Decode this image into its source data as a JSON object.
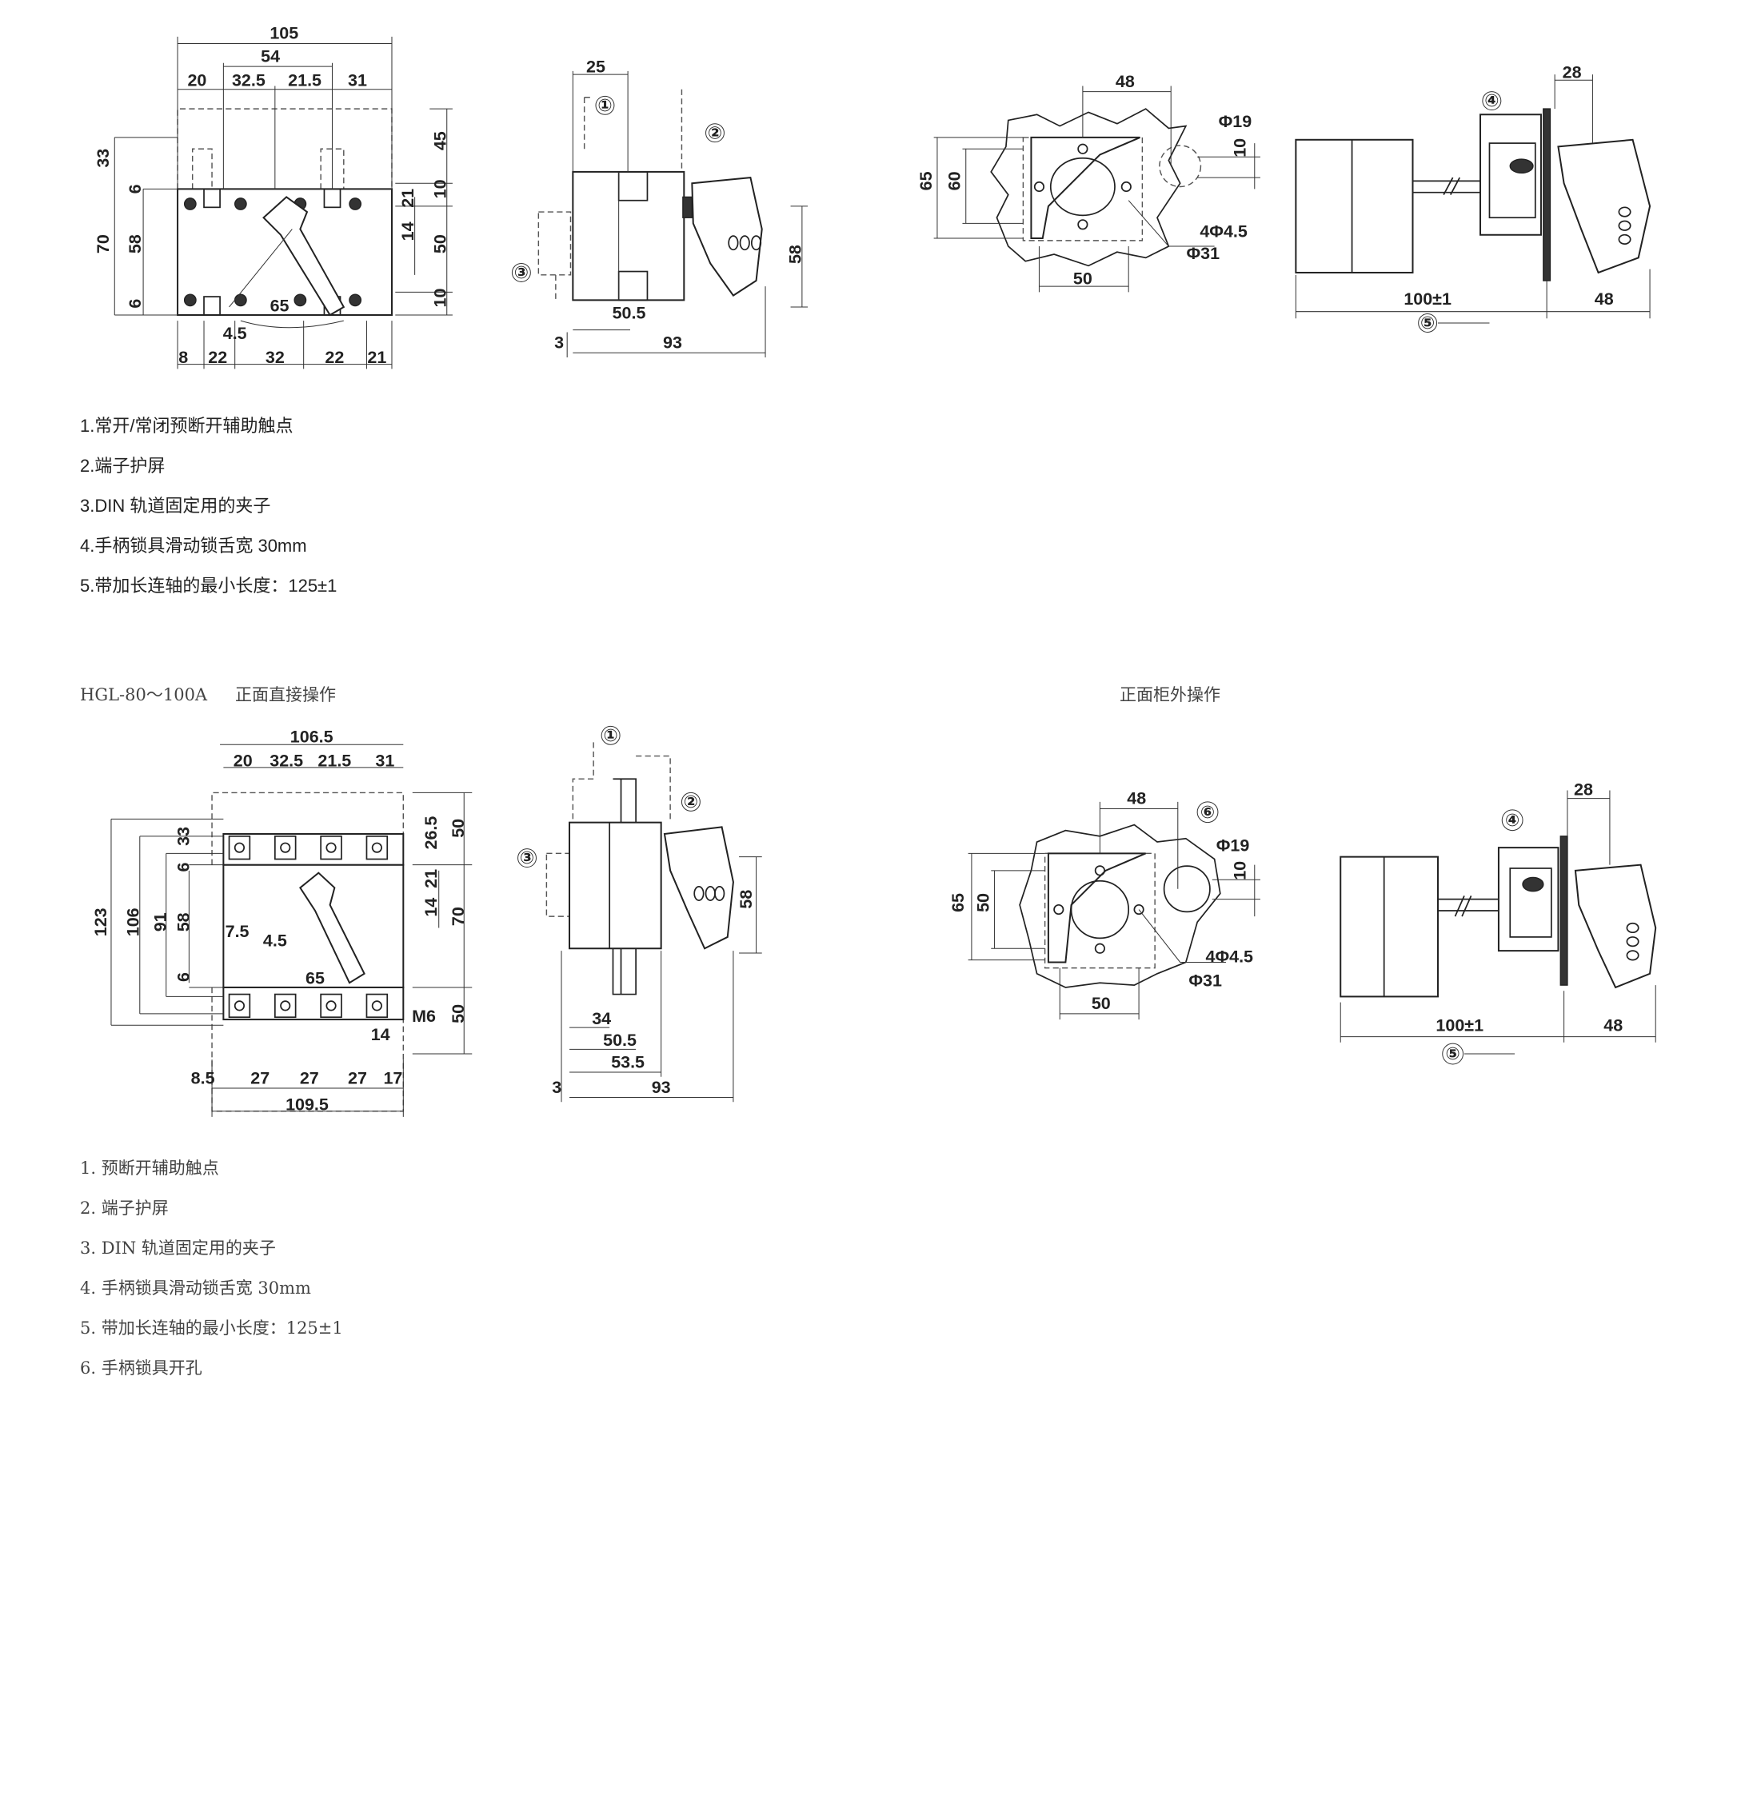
{
  "section1": {
    "notes": [
      "1.常开/常闭预断开辅助触点",
      "2.端子护屏",
      "3.DIN 轨道固定用的夹子",
      "4.手柄锁具滑动锁舌宽 30mm",
      "5.带加长连轴的最小长度：125±1"
    ]
  },
  "section2": {
    "model": "HGL-80～100A",
    "direct_title": "正面直接操作",
    "external_title": "正面柜外操作",
    "notes": [
      "1. 预断开辅助触点",
      "2. 端子护屏",
      "3. DIN 轨道固定用的夹子",
      "4. 手柄锁具滑动锁舌宽 30mm",
      "5. 带加长连轴的最小长度：125±1",
      "6. 手柄锁具开孔"
    ]
  },
  "figures": [
    {
      "name": "top-front-view",
      "labels": [
        "105",
        "54",
        "20",
        "32.5",
        "21.5",
        "31",
        "33",
        "45",
        "6",
        "10",
        "21",
        "70",
        "58",
        "14",
        "50",
        "6",
        "10",
        "65",
        "4.5",
        "8",
        "22",
        "32",
        "22",
        "21"
      ]
    },
    {
      "name": "top-side-view",
      "labels": [
        "25",
        "①",
        "②",
        "③",
        "58",
        "50.5",
        "3",
        "93"
      ]
    },
    {
      "name": "top-cutout-view",
      "labels": [
        "48",
        "Φ19",
        "10",
        "65",
        "60",
        "4Φ4.5",
        "Φ31",
        "50"
      ]
    },
    {
      "name": "top-extension-view",
      "labels": [
        "④",
        "28",
        "100±1",
        "48",
        "⑤"
      ]
    },
    {
      "name": "bottom-front-view",
      "labels": [
        "106.5",
        "20",
        "32.5",
        "21.5",
        "31",
        "50",
        "33",
        "26.5",
        "6",
        "123",
        "106",
        "91",
        "58",
        "21",
        "14",
        "70",
        "7.5",
        "4.5",
        "65",
        "6",
        "M6",
        "14",
        "50",
        "8.5",
        "27",
        "27",
        "27",
        "17",
        "109.5"
      ]
    },
    {
      "name": "bottom-side-view",
      "labels": [
        "①",
        "②",
        "③",
        "58",
        "34",
        "50.5",
        "53.5",
        "3",
        "93"
      ]
    },
    {
      "name": "bottom-cutout-view",
      "labels": [
        "48",
        "⑥",
        "Φ19",
        "10",
        "65",
        "50",
        "4Φ4.5",
        "Φ31",
        "50"
      ]
    },
    {
      "name": "bottom-extension-view",
      "labels": [
        "28",
        "④",
        "100±1",
        "48",
        "⑤"
      ]
    }
  ]
}
